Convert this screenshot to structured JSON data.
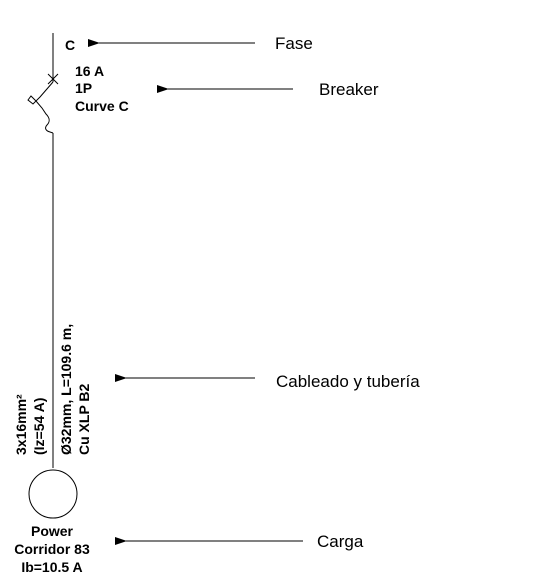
{
  "circuit": {
    "phase": "C",
    "breaker": {
      "rating": "16 A",
      "poles": "1P",
      "curve": "Curve C"
    },
    "cable": {
      "size": "3x16mm²",
      "ampacity": "(Iz=54 A)",
      "conduit_line1": "Ø32mm, L=109.6 m,",
      "conduit_line2": "Cu XLP B2"
    },
    "load": {
      "line1": "Power",
      "line2": "Corridor 83",
      "line3": "Ib=10.5 A"
    }
  },
  "annotations": {
    "fase": "Fase",
    "breaker": "Breaker",
    "cableado": "Cableado y tubería",
    "carga": "Carga"
  }
}
